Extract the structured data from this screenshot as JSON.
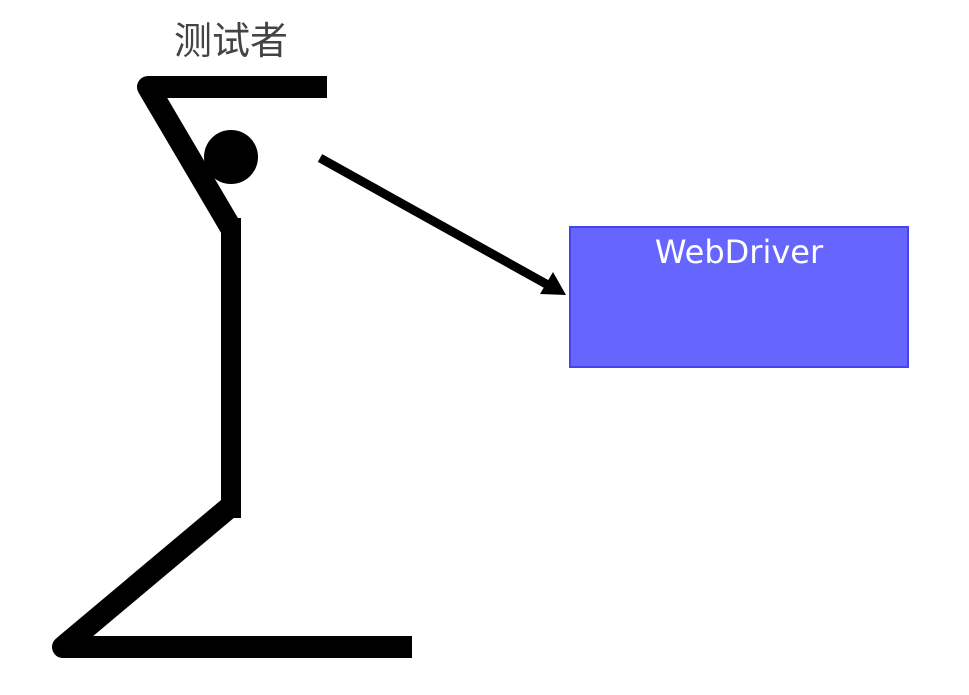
{
  "diagram": {
    "actor": {
      "label": "测试者"
    },
    "component": {
      "label": "WebDriver",
      "fill": "#6666ff",
      "stroke": "#4444ee",
      "text_color": "#ffffff"
    },
    "connector": {
      "from": "actor",
      "to": "component",
      "style": "arrow"
    },
    "colors": {
      "figure": "#000000",
      "actor_label": "#444444",
      "background": "#ffffff"
    }
  }
}
